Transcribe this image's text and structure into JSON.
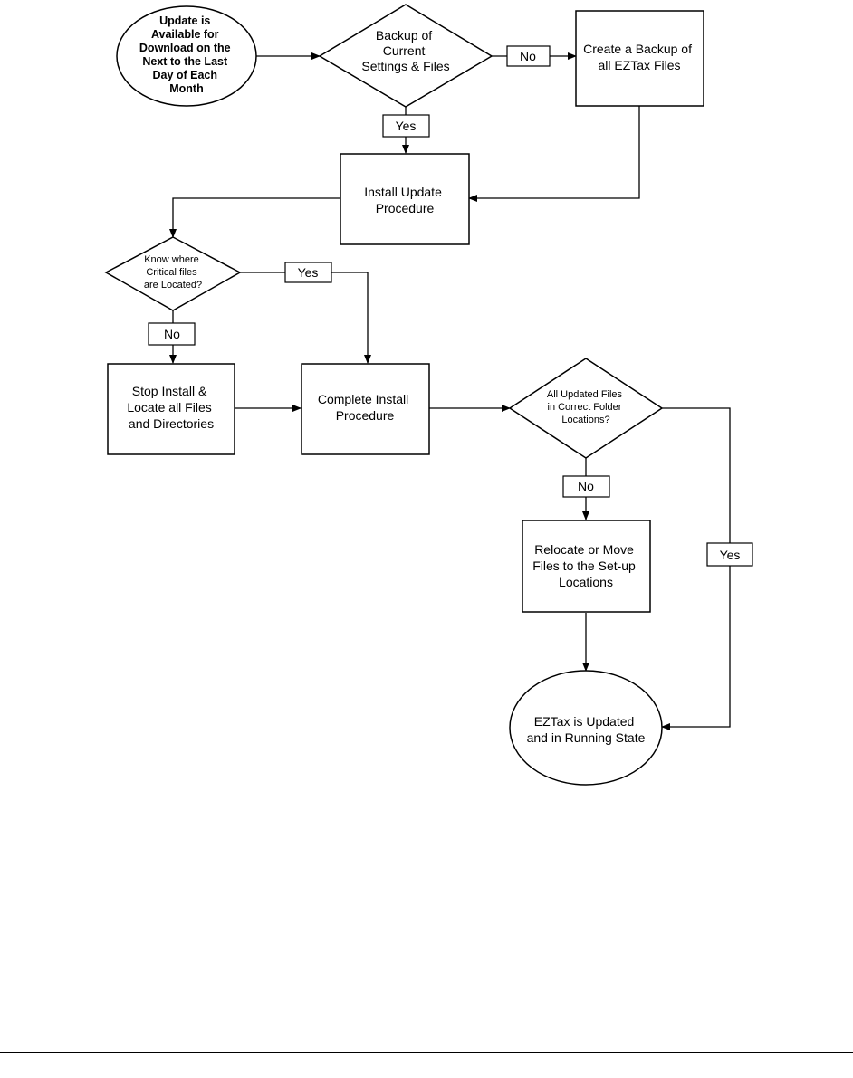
{
  "nodes": {
    "start": [
      "Update is",
      "Available for",
      "Download on the",
      "Next to the Last",
      "Day of Each",
      "Month"
    ],
    "backup_decision": [
      "Backup of",
      "Current",
      "Settings & Files"
    ],
    "create_backup": [
      "Create a Backup of",
      "all EZTax Files"
    ],
    "install_update": [
      "Install Update",
      "Procedure"
    ],
    "know_critical": [
      "Know where",
      "Critical files",
      "are Located?"
    ],
    "stop_install": [
      "Stop Install &",
      "Locate all Files",
      "and Directories"
    ],
    "complete_install": [
      "Complete Install",
      "Procedure"
    ],
    "files_correct": [
      "All Updated Files",
      "in Correct Folder",
      "Locations?"
    ],
    "relocate": [
      "Relocate or Move",
      "Files to the Set-up",
      "Locations"
    ],
    "end": [
      "EZTax is Updated",
      "and in Running State"
    ]
  },
  "edge_labels": {
    "backup_no": "No",
    "backup_yes": "Yes",
    "critical_yes": "Yes",
    "critical_no": "No",
    "files_no": "No",
    "files_yes": "Yes"
  }
}
